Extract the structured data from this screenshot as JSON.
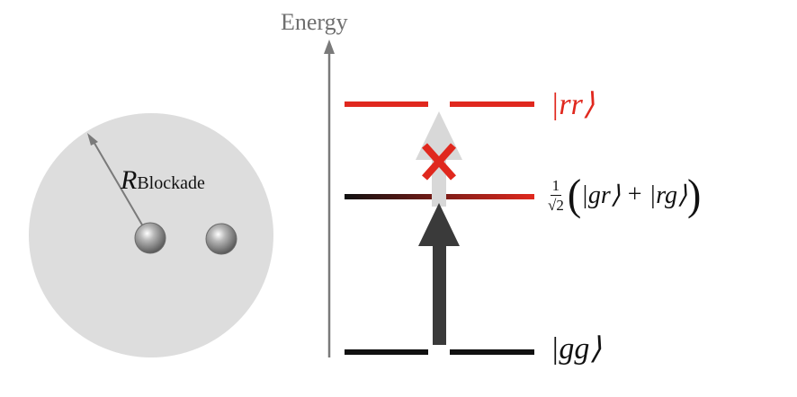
{
  "axis": {
    "label": "Energy"
  },
  "blockade": {
    "radius_symbol": "R",
    "radius_subscript": "Blockade"
  },
  "levels": {
    "top": {
      "ket": "|rr⟩"
    },
    "middle": {
      "prefactor_numerator": "1",
      "prefactor_denominator": "√2",
      "open_paren": "(",
      "ket_1": "|gr⟩",
      "plus": "+",
      "ket_2": "|rg⟩",
      "close_paren": ")"
    },
    "bottom": {
      "ket": "|gg⟩"
    }
  },
  "colors": {
    "red": "#e0281e",
    "black": "#111111",
    "axis_grey": "#7a7a7a",
    "blockade_disk": "#dddddd",
    "strong_arrow": "#3a3a3a",
    "blocked_arrow": "#d8d8d8"
  },
  "icons": {
    "blocked_transition": "cross-icon",
    "atoms": "sphere-icon"
  }
}
